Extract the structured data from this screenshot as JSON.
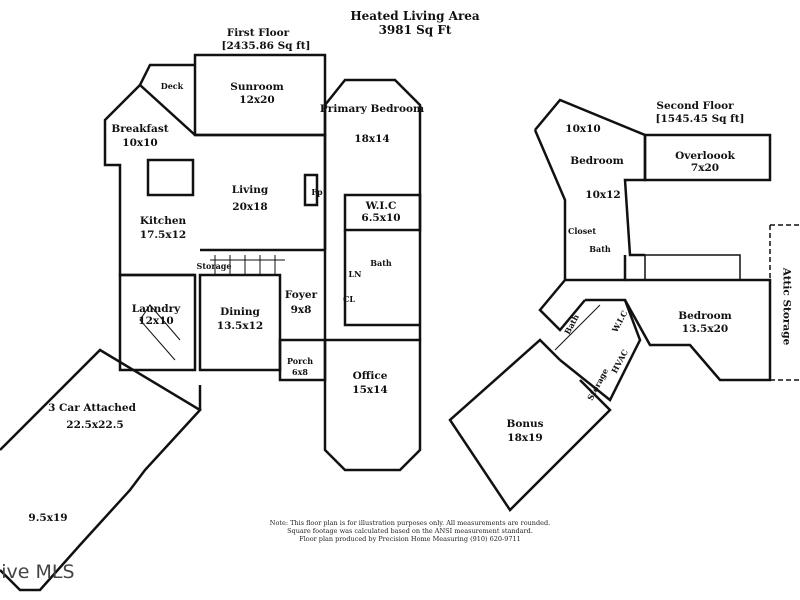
{
  "header": {
    "title": "Heated Living Area",
    "total": "3981 Sq Ft"
  },
  "first_floor": {
    "title": "First Floor",
    "area": "[2435.86 Sq ft]",
    "rooms": [
      {
        "name": "Sunroom",
        "size": "12x20"
      },
      {
        "name": "Deck"
      },
      {
        "name": "Primary Bedroom",
        "size": "18x14"
      },
      {
        "name": "Breakfast",
        "size": "10x10"
      },
      {
        "name": "Living",
        "size": "20x18"
      },
      {
        "name": "Fp"
      },
      {
        "name": "W.I.C",
        "size": "6.5x10"
      },
      {
        "name": "Kitchen",
        "size": "17.5x12"
      },
      {
        "name": "Storage"
      },
      {
        "name": "LN"
      },
      {
        "name": "Bath"
      },
      {
        "name": "CL"
      },
      {
        "name": "Laundry",
        "size": "12x10"
      },
      {
        "name": "Dining",
        "size": "13.5x12"
      },
      {
        "name": "Foyer",
        "size": "9x8"
      },
      {
        "name": "Porch",
        "size": "6x8"
      },
      {
        "name": "Office",
        "size": "15x14"
      },
      {
        "name": "3 Car Attached",
        "size": "22.5x22.5"
      },
      {
        "name": "",
        "size": "9.5x19"
      }
    ]
  },
  "second_floor": {
    "title": "Second Floor",
    "area": "[1545.45 Sq ft]",
    "rooms": [
      {
        "name": "",
        "size": "10x10"
      },
      {
        "name": "Bedroom",
        "size": "10x12"
      },
      {
        "name": "Overloook",
        "size": "7x20"
      },
      {
        "name": "Closet"
      },
      {
        "name": "Bath"
      },
      {
        "name": "Bath"
      },
      {
        "name": "W.I.C"
      },
      {
        "name": "Bedroom",
        "size": "13.5x20"
      },
      {
        "name": "HVAC"
      },
      {
        "name": "Storage"
      },
      {
        "name": "Attic Storage"
      },
      {
        "name": "Bonus",
        "size": "18x19"
      }
    ]
  },
  "note": [
    "Note: This floor plan is for illustration purposes only. All measurements are rounded.",
    "Square footage was calculated based on the ANSI measurement standard.",
    "Floor plan produced by Precision Home Measuring (910) 620-9711"
  ],
  "watermark": "live MLS"
}
